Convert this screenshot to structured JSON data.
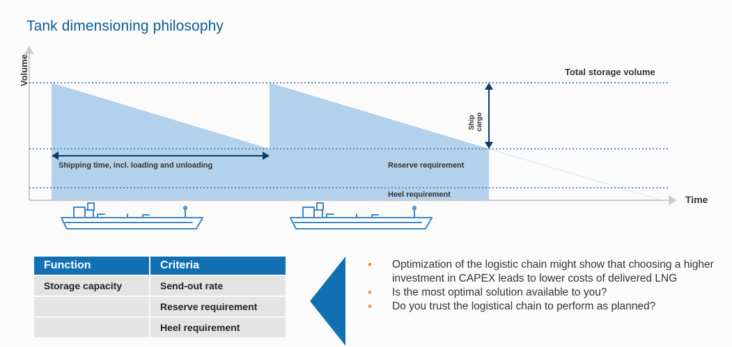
{
  "title": "Tank dimensioning philosophy",
  "diagram": {
    "y_axis_label": "Volume",
    "x_axis_label": "Time",
    "total_storage_label": "Total storage volume",
    "ship_cargo_label_line1": "Ship",
    "ship_cargo_label_line2": "cargo",
    "shipping_time_label": "Shipping time, incl. loading and unloading",
    "reserve_label": "Reserve requirement",
    "heel_label": "Heel requirement",
    "colors": {
      "fill": "#b3d1ea",
      "arrow": "#0b3b66",
      "dotted": "#5b8cc2",
      "axis": "#c8c8c8",
      "ship": "#3a86c6"
    }
  },
  "table": {
    "headers": [
      "Function",
      "Criteria"
    ],
    "rows": [
      [
        "Storage capacity",
        "Send-out rate"
      ],
      [
        "",
        "Reserve requirement"
      ],
      [
        "",
        "Heel requirement"
      ]
    ]
  },
  "bullets": [
    "Optimization of the logistic chain might show that choosing a higher investment in CAPEX leads to lower costs of delivered LNG",
    "Is the most optimal solution available to you?",
    "Do you trust the logistical chain to perform as planned?"
  ],
  "bullet_color": "#f08a24"
}
